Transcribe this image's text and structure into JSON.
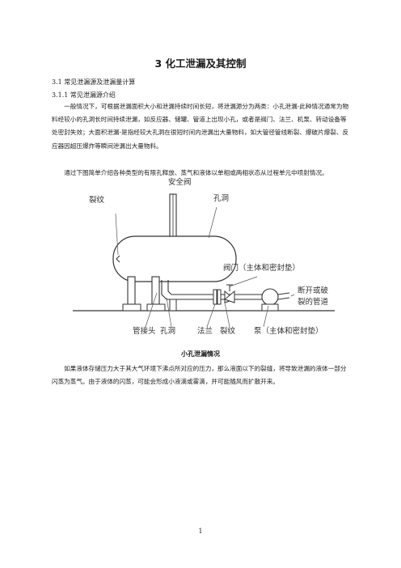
{
  "heading": {
    "title": "3  化工泄漏及其控制"
  },
  "sections": {
    "s31": "3.1    常见泄漏源及泄漏量计算",
    "s311": "3.1.1    常见泄漏源介绍"
  },
  "paragraphs": {
    "p1": "一般情况下，可根据泄漏面积大小和泄漏持续时间长短，将泄漏源分为两类：小孔泄漏-此种情况通常为物料经较小的孔洞长时间持续泄漏，如反应器、储罐、管道上出现小孔，或者是阀门、法兰、机泵、转动设备等处密封失效；大面积泄漏-是指经较大孔洞在很短时间内泄漏出大量物料，如大管径管线断裂、爆破片爆裂、反应器因超压爆炸等瞬间泄漏出大量物料。",
    "p2": "通过下图简单介绍各种类型的有限孔释放、蒸气和液体以单相或两相状态从过程单元中喷射情况。",
    "p3": "如果液体存储压力大于其大气环境下沸点所对应的压力，那么液面以下的裂缝，将导致泄漏的液体一部分闪蒸为蒸气。由于液体的闪蒸，可能会形成小液滴或雾滴，并可能随风而扩散开来。"
  },
  "diagram": {
    "label_safety_valve": "安全阀",
    "label_crack_top": "裂纹",
    "label_hole_top": "孔洞",
    "label_valve": "阀门（主体和密封垫）",
    "label_broken_pipe_1": "断开或破",
    "label_broken_pipe_2": "裂的管道",
    "label_fitting": "管接头",
    "label_hole_bottom": "孔洞",
    "label_flange": "法兰",
    "label_crack_bottom": "裂纹",
    "label_pump": "泵（主体和密封垫）"
  },
  "caption": "小孔泄漏情况",
  "page_number": "1"
}
